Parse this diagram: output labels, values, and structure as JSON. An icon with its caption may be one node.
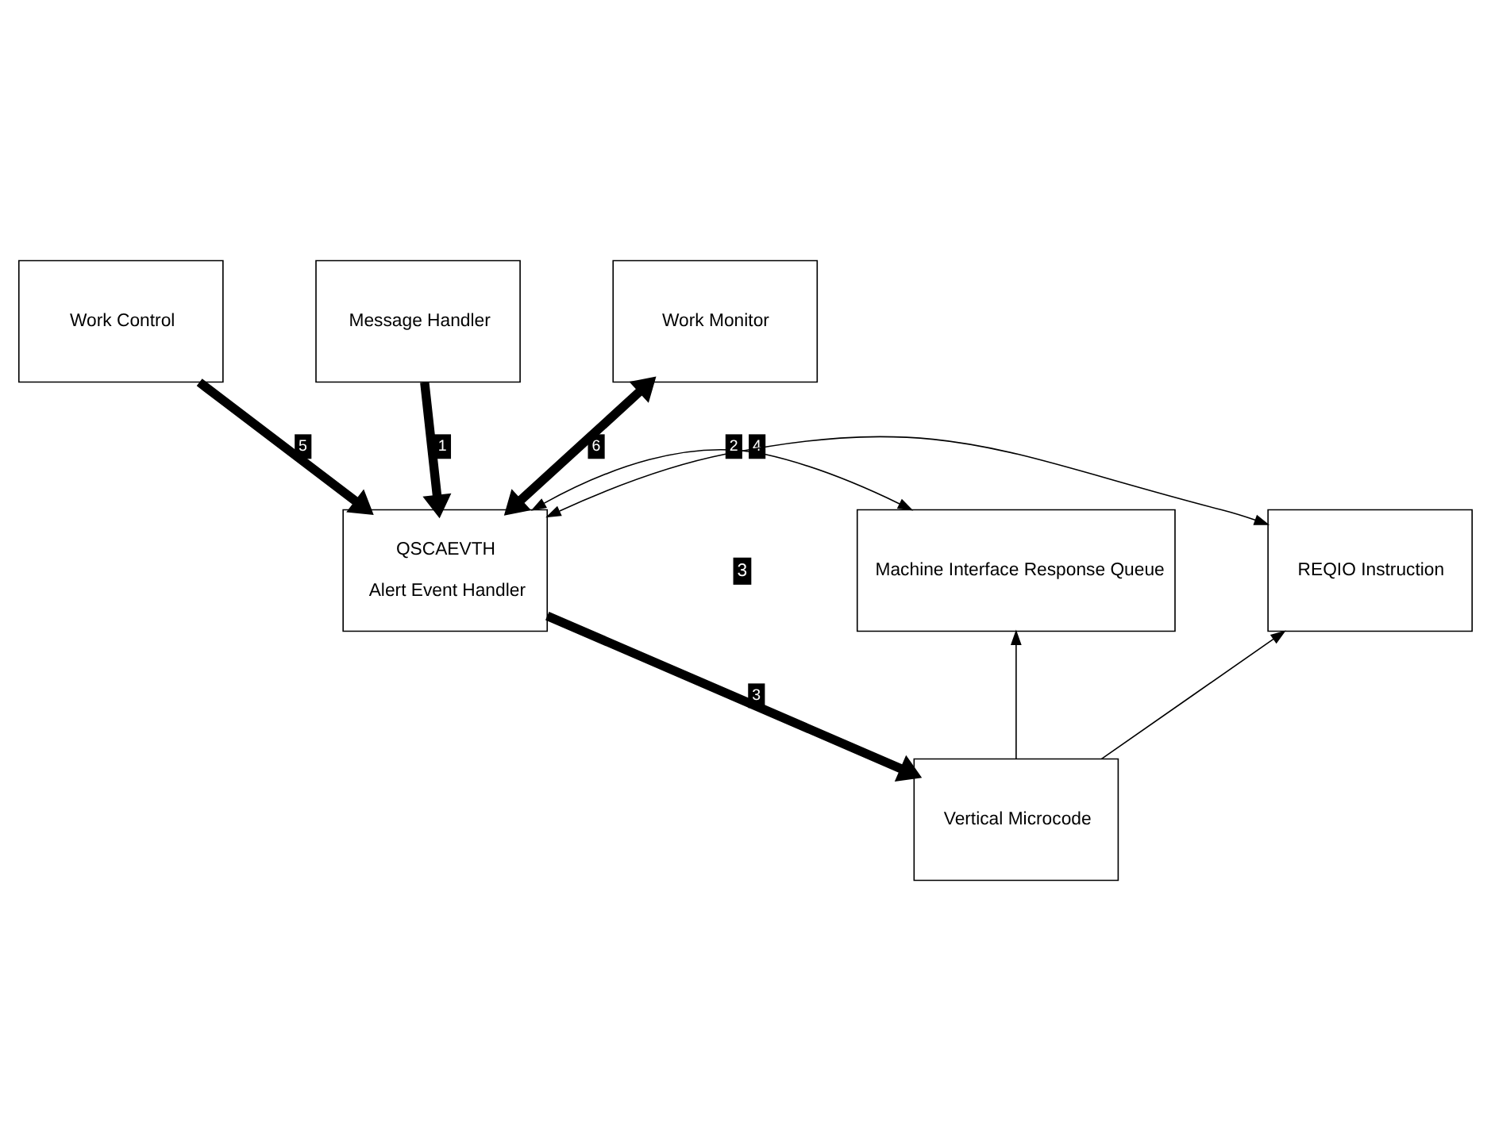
{
  "diagram": {
    "nodes": [
      {
        "text": [
          "Work Control"
        ]
      },
      {
        "text": [
          "Message Handler"
        ]
      },
      {
        "text": [
          "Work Monitor"
        ]
      },
      {
        "text": [
          "Machine Interface Response Queue"
        ]
      },
      {
        "text": [
          "QSCAEVTH",
          "Alert Event Handler"
        ]
      },
      {
        "text": [
          "REQIO Instruction"
        ]
      },
      {
        "text": [
          "Vertical Microcode"
        ]
      }
    ],
    "edges": [
      {
        "from": 0,
        "to": 4,
        "arrow": "to",
        "label": "5",
        "style": "thick"
      },
      {
        "from": 1,
        "to": 4,
        "arrow": "to",
        "label": "1",
        "style": "thick"
      },
      {
        "from": 4,
        "to": 2,
        "arrow": "both",
        "label": "6",
        "style": "thick"
      },
      {
        "from": 3,
        "to": 4,
        "arrow": "both",
        "label": "4"
      },
      {
        "from": 4,
        "to": 5,
        "arrow": "both",
        "label": "2"
      },
      {
        "from": 4,
        "to": 6,
        "arrow": "to",
        "label": "3",
        "style": "thick"
      },
      {
        "from": 6,
        "to": 3,
        "arrow": "to"
      },
      {
        "from": 6,
        "to": 5,
        "arrow": "to"
      }
    ],
    "labels": [
      "3"
    ]
  }
}
